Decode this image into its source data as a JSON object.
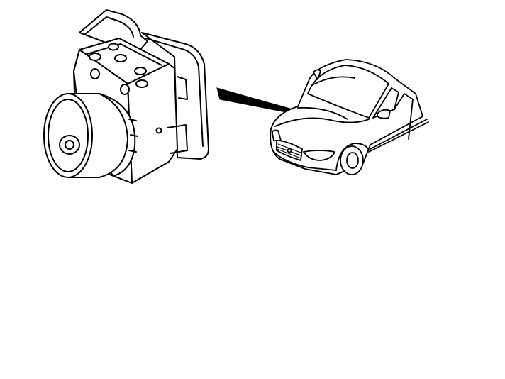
{
  "illustration": {
    "components": [
      {
        "id": "abs-module",
        "icon": "abs-hydraulic-modulator-icon"
      },
      {
        "id": "vehicle",
        "icon": "sedan-car-icon"
      },
      {
        "id": "pointer",
        "icon": "location-pointer-icon"
      }
    ],
    "colors": {
      "stroke": "#000000",
      "fill": "#ffffff",
      "pointer": "#000000"
    }
  }
}
